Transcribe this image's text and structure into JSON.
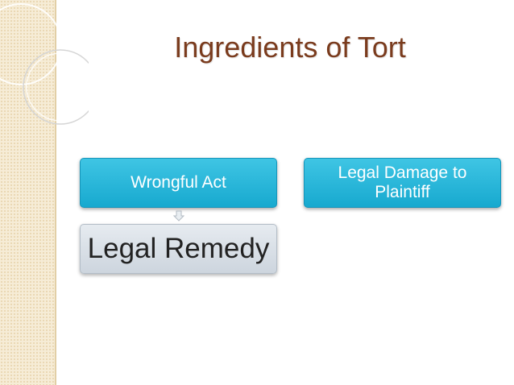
{
  "slide": {
    "title": "Ingredients of Tort"
  },
  "diagram": {
    "boxes": [
      {
        "id": "wrongful-act",
        "label": "Wrongful Act"
      },
      {
        "id": "legal-damage",
        "label": "Legal Damage to Plaintiff"
      },
      {
        "id": "legal-remedy",
        "label": "Legal Remedy"
      }
    ],
    "connectors": [
      {
        "from": "wrongful-act",
        "to": "legal-remedy",
        "icon": "arrow-down-icon"
      }
    ]
  },
  "colors": {
    "title": "#7a3b1d",
    "box_blue": "#1fb0d6",
    "box_grey": "#d9dfe6",
    "side_band": "#f6ecd6"
  }
}
